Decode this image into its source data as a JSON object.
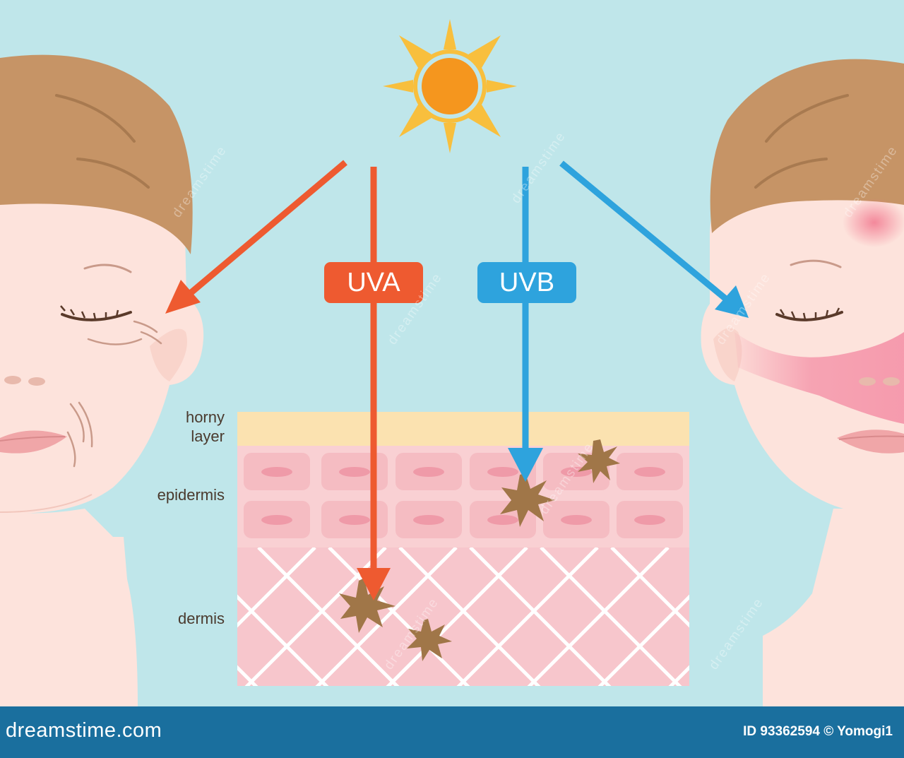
{
  "colors": {
    "background": "#bfe6ea",
    "uva": "#ee5a30",
    "uvb": "#2ea3dd",
    "sun": "#f5961e",
    "sun_rays": "#f8bf3d",
    "horny_layer": "#fbe2b0",
    "epidermis": "#f9d0d3",
    "epidermis_cell": "#f5bcc2",
    "nucleus": "#ef9aa8",
    "dermis": "#f7c6cc",
    "damage": "#a07648",
    "hair": "#c69466",
    "skin": "#fde3dc",
    "footer": "#1a6f9e"
  },
  "rays": {
    "uva_label": "UVA",
    "uvb_label": "UVB"
  },
  "skin_layers": {
    "horny_layer": "horny\nlayer",
    "epidermis": "epidermis",
    "dermis": "dermis"
  },
  "faces": {
    "left": {
      "effect": "wrinkles",
      "icon": "aging-face-icon"
    },
    "right": {
      "effect": "sunburn redness",
      "icon": "sunburn-face-icon"
    }
  },
  "sun": {
    "icon": "sun-icon"
  },
  "footer": {
    "logo": "dreamstime.com",
    "credit": "ID 93362594 © Yomogi1"
  },
  "watermark": "dreamstime"
}
